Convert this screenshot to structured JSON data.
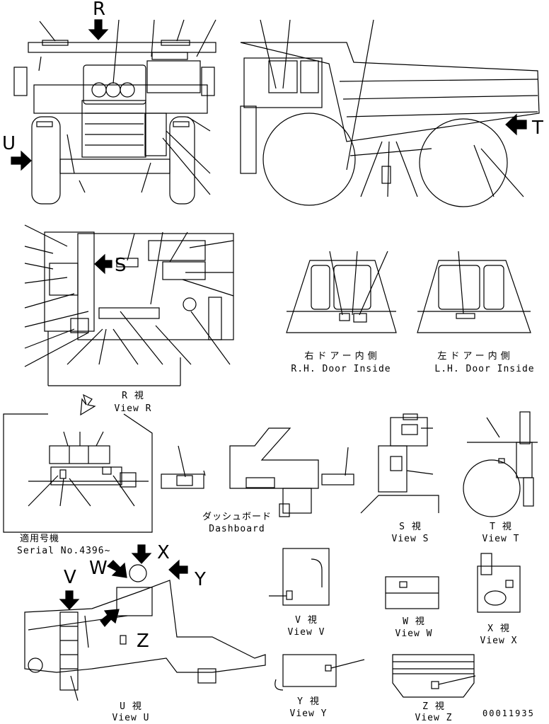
{
  "view_letters": {
    "r": "R",
    "u": "U",
    "s": "S",
    "t": "T",
    "x": "X",
    "w": "W",
    "y": "Y",
    "v": "V",
    "z": "Z"
  },
  "captions": {
    "rh_door_jp": "右ドアー内側",
    "rh_door_en": "R.H. Door Inside",
    "lh_door_jp": "左ドアー内側",
    "lh_door_en": "L.H. Door Inside",
    "view_r_jp": "R 視",
    "view_r_en": "View R",
    "serial_jp": "適用号機",
    "serial_en": "Serial No.4396~",
    "dash_jp": "ダッシュボード",
    "dash_en": "Dashboard",
    "view_s_jp": "S 視",
    "view_s_en": "View S",
    "view_t_jp": "T 視",
    "view_t_en": "View T",
    "view_v_jp": "V 視",
    "view_v_en": "View V",
    "view_w_jp": "W 視",
    "view_w_en": "View W",
    "view_x_jp": "X 視",
    "view_x_en": "View X",
    "view_y_jp": "Y 視",
    "view_y_en": "View Y",
    "view_z_jp": "Z 視",
    "view_z_en": "View Z",
    "view_u_jp": "U 視",
    "view_u_en": "View U"
  },
  "drawing_number": "00011935"
}
